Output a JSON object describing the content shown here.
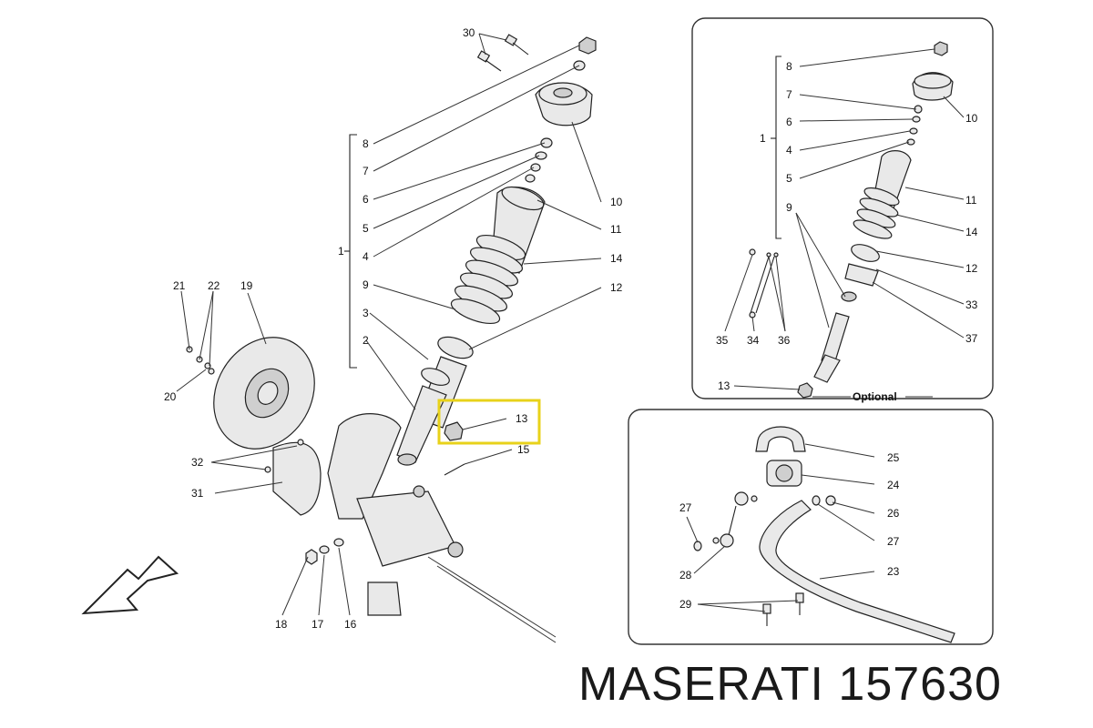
{
  "caption": "MASERATI 157630",
  "highlight_color": "#e8d21a",
  "labels": {
    "main": {
      "l30": "30",
      "l1": "1",
      "l8": "8",
      "l7": "7",
      "l6": "6",
      "l5": "5",
      "l4": "4",
      "l9": "9",
      "l3": "3",
      "l2": "2",
      "l10": "10",
      "l11": "11",
      "l14": "14",
      "l12": "12",
      "l13": "13",
      "l15": "15",
      "l21": "21",
      "l22": "22",
      "l19": "19",
      "l20": "20",
      "l32": "32",
      "l31": "31",
      "l18": "18",
      "l17": "17",
      "l16": "16"
    },
    "optional": {
      "l8": "8",
      "l7": "7",
      "l6": "6",
      "l1": "1",
      "l4": "4",
      "l5": "5",
      "l9": "9",
      "l10": "10",
      "l11": "11",
      "l14": "14",
      "l12": "12",
      "l33": "33",
      "l37": "37",
      "l35": "35",
      "l34": "34",
      "l36": "36",
      "l13": "13",
      "title": "Optional"
    },
    "stabilizer": {
      "l25": "25",
      "l24": "24",
      "l27a": "27",
      "l26": "26",
      "l27b": "27",
      "l28": "28",
      "l23": "23",
      "l29": "29"
    }
  }
}
